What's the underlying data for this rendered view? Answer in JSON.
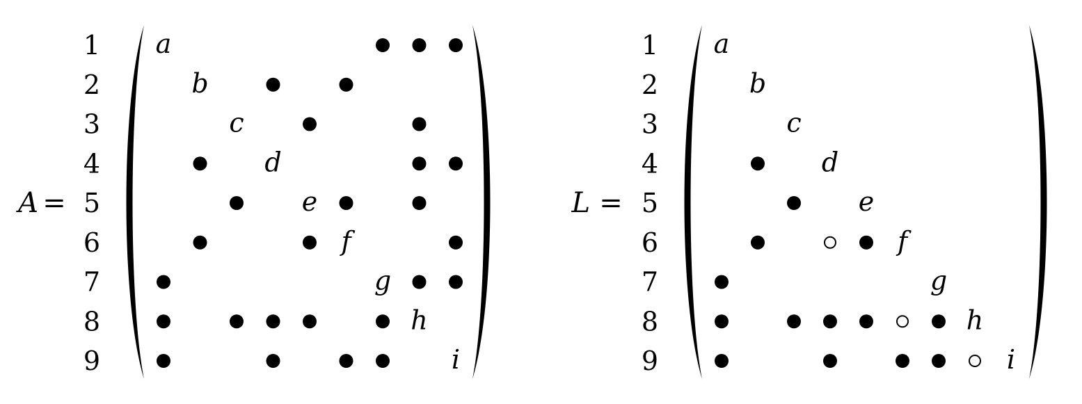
{
  "figure": {
    "matrices": [
      {
        "id": "A",
        "name": "A",
        "equals": "=",
        "row_labels": [
          "1",
          "2",
          "3",
          "4",
          "5",
          "6",
          "7",
          "8",
          "9"
        ],
        "diagonal_labels": [
          "a",
          "b",
          "c",
          "d",
          "e",
          "f",
          "g",
          "h",
          "i"
        ],
        "entries": [
          {
            "row": 1,
            "col": 7,
            "kind": "filled"
          },
          {
            "row": 1,
            "col": 8,
            "kind": "filled"
          },
          {
            "row": 1,
            "col": 9,
            "kind": "filled"
          },
          {
            "row": 2,
            "col": 4,
            "kind": "filled"
          },
          {
            "row": 2,
            "col": 6,
            "kind": "filled"
          },
          {
            "row": 3,
            "col": 5,
            "kind": "filled"
          },
          {
            "row": 3,
            "col": 8,
            "kind": "filled"
          },
          {
            "row": 4,
            "col": 2,
            "kind": "filled"
          },
          {
            "row": 4,
            "col": 8,
            "kind": "filled"
          },
          {
            "row": 4,
            "col": 9,
            "kind": "filled"
          },
          {
            "row": 5,
            "col": 3,
            "kind": "filled"
          },
          {
            "row": 5,
            "col": 6,
            "kind": "filled"
          },
          {
            "row": 5,
            "col": 8,
            "kind": "filled"
          },
          {
            "row": 6,
            "col": 2,
            "kind": "filled"
          },
          {
            "row": 6,
            "col": 5,
            "kind": "filled"
          },
          {
            "row": 6,
            "col": 9,
            "kind": "filled"
          },
          {
            "row": 7,
            "col": 1,
            "kind": "filled"
          },
          {
            "row": 7,
            "col": 8,
            "kind": "filled"
          },
          {
            "row": 7,
            "col": 9,
            "kind": "filled"
          },
          {
            "row": 8,
            "col": 1,
            "kind": "filled"
          },
          {
            "row": 8,
            "col": 3,
            "kind": "filled"
          },
          {
            "row": 8,
            "col": 4,
            "kind": "filled"
          },
          {
            "row": 8,
            "col": 5,
            "kind": "filled"
          },
          {
            "row": 8,
            "col": 7,
            "kind": "filled"
          },
          {
            "row": 9,
            "col": 1,
            "kind": "filled"
          },
          {
            "row": 9,
            "col": 4,
            "kind": "filled"
          },
          {
            "row": 9,
            "col": 6,
            "kind": "filled"
          },
          {
            "row": 9,
            "col": 7,
            "kind": "filled"
          }
        ]
      },
      {
        "id": "L",
        "name": "L",
        "equals": "=",
        "row_labels": [
          "1",
          "2",
          "3",
          "4",
          "5",
          "6",
          "7",
          "8",
          "9"
        ],
        "diagonal_labels": [
          "a",
          "b",
          "c",
          "d",
          "e",
          "f",
          "g",
          "h",
          "i"
        ],
        "entries": [
          {
            "row": 4,
            "col": 2,
            "kind": "filled"
          },
          {
            "row": 5,
            "col": 3,
            "kind": "filled"
          },
          {
            "row": 6,
            "col": 2,
            "kind": "filled"
          },
          {
            "row": 6,
            "col": 4,
            "kind": "hollow"
          },
          {
            "row": 6,
            "col": 5,
            "kind": "filled"
          },
          {
            "row": 7,
            "col": 1,
            "kind": "filled"
          },
          {
            "row": 8,
            "col": 1,
            "kind": "filled"
          },
          {
            "row": 8,
            "col": 3,
            "kind": "filled"
          },
          {
            "row": 8,
            "col": 4,
            "kind": "filled"
          },
          {
            "row": 8,
            "col": 5,
            "kind": "filled"
          },
          {
            "row": 8,
            "col": 6,
            "kind": "hollow"
          },
          {
            "row": 8,
            "col": 7,
            "kind": "filled"
          },
          {
            "row": 9,
            "col": 1,
            "kind": "filled"
          },
          {
            "row": 9,
            "col": 4,
            "kind": "filled"
          },
          {
            "row": 9,
            "col": 6,
            "kind": "filled"
          },
          {
            "row": 9,
            "col": 7,
            "kind": "filled"
          },
          {
            "row": 9,
            "col": 8,
            "kind": "hollow"
          }
        ]
      }
    ]
  }
}
